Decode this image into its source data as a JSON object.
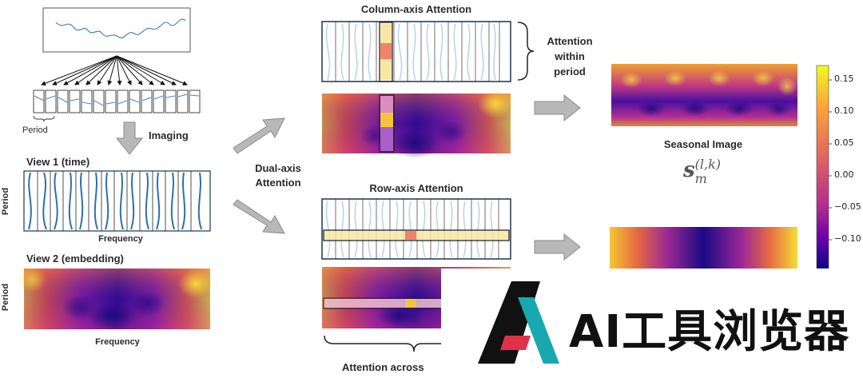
{
  "left": {
    "period_label": "Period",
    "imaging_label": "Imaging",
    "view1_title": "View 1 (time)",
    "view2_title": "View 2 (embedding)",
    "period_axis": "Period",
    "frequency_axis": "Frequency"
  },
  "middle": {
    "dual_axis_label_1": "Dual-axis",
    "dual_axis_label_2": "Attention",
    "column_title": "Column-axis Attention",
    "row_title": "Row-axis Attention",
    "within_period_1": "Attention",
    "within_period_2": "within",
    "within_period_3": "period",
    "across_label": "Attention across"
  },
  "right": {
    "seasonal_title": "Seasonal Image",
    "formula_base": "s",
    "formula_sub": "m",
    "formula_sup": "(l,k)"
  },
  "colorbar": {
    "ticks": [
      "0.15",
      "0.10",
      "0.05",
      "0.00",
      "−0.05",
      "−0.10"
    ]
  },
  "watermark": {
    "text": "AI工具浏览器"
  },
  "colors": {
    "plasma_dark": "#1f0c83",
    "plasma_mid": "#b22b8f",
    "plasma_orange": "#f28b38",
    "plasma_yellow": "#f7e02a",
    "navy_border": "#1b3550",
    "wave_blue": "#3b78b0"
  }
}
